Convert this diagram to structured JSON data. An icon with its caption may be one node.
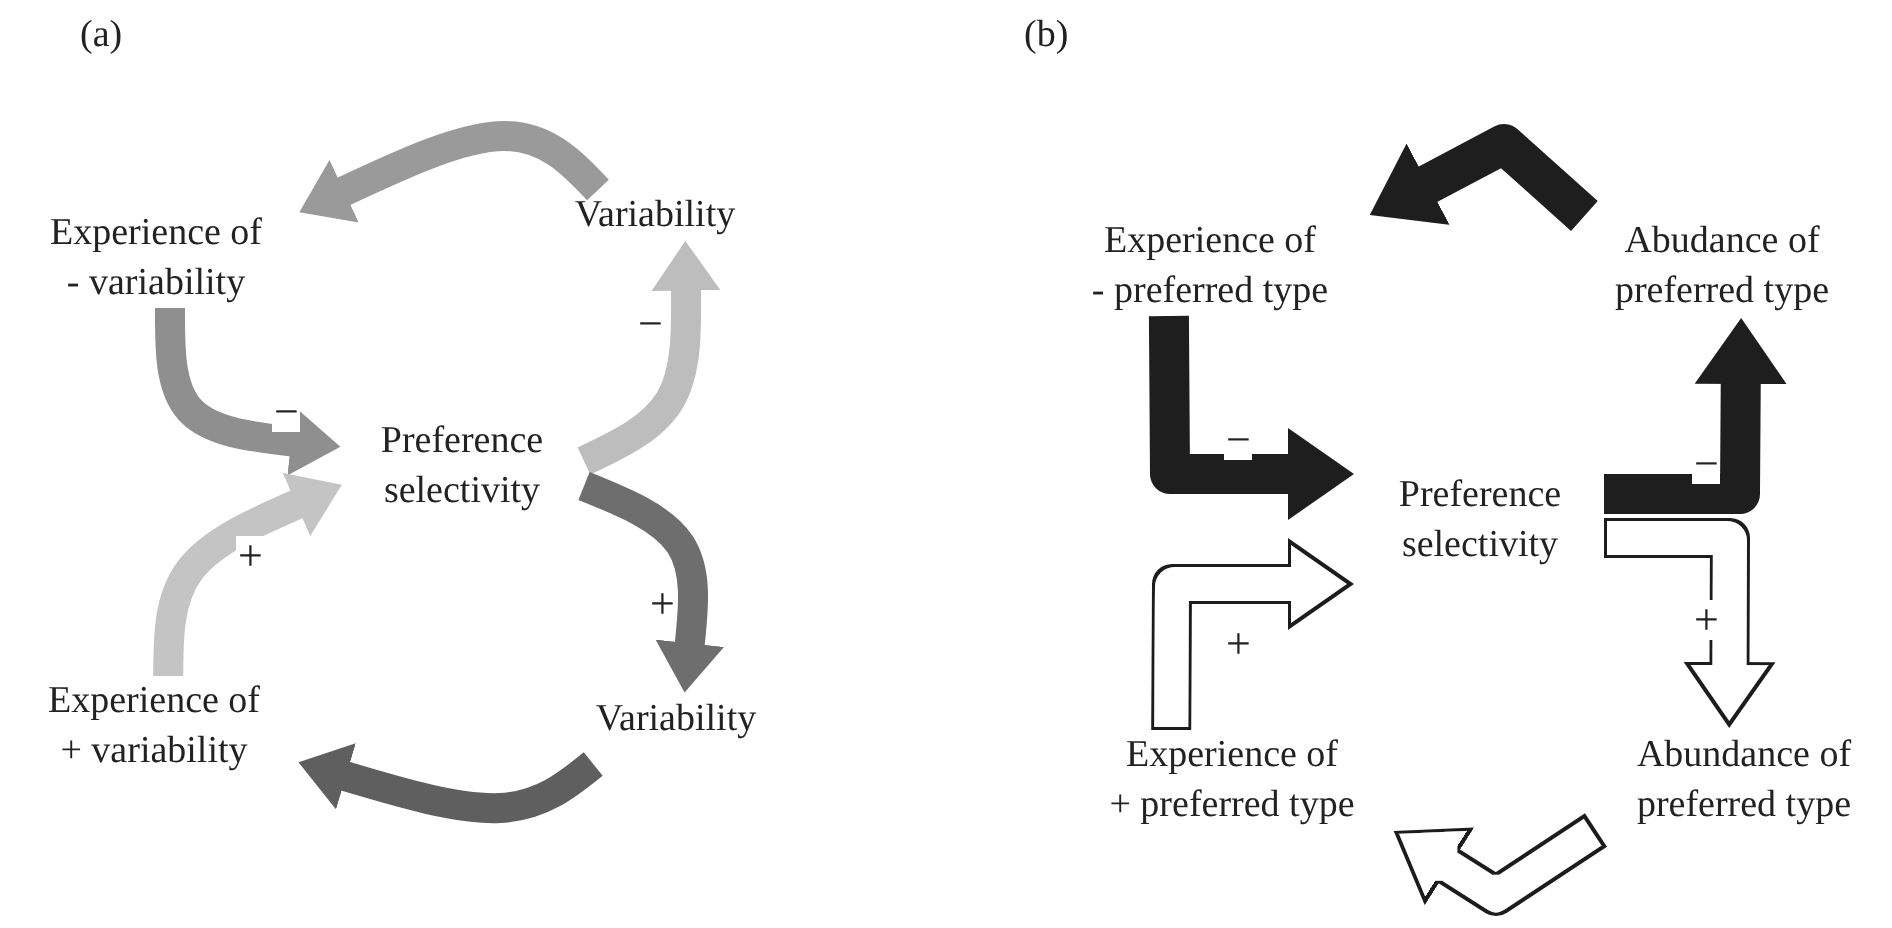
{
  "diagram": {
    "nodes": [
      {
        "text": [
          "Experience of - variability"
        ]
      },
      {
        "text": [
          "Variability"
        ]
      },
      {
        "text": [
          "Preference selectivity"
        ]
      },
      {
        "text": [
          "Variability"
        ]
      },
      {
        "text": [
          "Experience of + variability"
        ]
      },
      {
        "text": [
          "Experience of - preferred type"
        ]
      },
      {
        "text": [
          "Abudance of preferred type"
        ]
      },
      {
        "text": [
          "Preference selectivity"
        ]
      },
      {
        "text": [
          "Experience of + preferred type"
        ]
      },
      {
        "text": [
          "Abundance of preferred type"
        ]
      }
    ],
    "edges": [
      {
        "from": 1,
        "to": 0,
        "arrow": "to",
        "color": "#9a9a9a"
      },
      {
        "from": 0,
        "to": 2,
        "arrow": "to",
        "label": "−",
        "color": "#8f8f8f"
      },
      {
        "from": 2,
        "to": 1,
        "arrow": "to",
        "label": "−",
        "color": "#bdbdbd"
      },
      {
        "from": 2,
        "to": 3,
        "arrow": "to",
        "label": "+",
        "color": "#6e6e6e"
      },
      {
        "from": 3,
        "to": 4,
        "arrow": "to",
        "color": "#5f5f5f"
      },
      {
        "from": 4,
        "to": 2,
        "arrow": "to",
        "label": "+",
        "color": "#c4c4c4"
      },
      {
        "from": 6,
        "to": 5,
        "arrow": "to",
        "color": "#1e1e1e"
      },
      {
        "from": 5,
        "to": 7,
        "arrow": "to",
        "label": "−",
        "color": "#1e1e1e"
      },
      {
        "from": 7,
        "to": 6,
        "arrow": "to",
        "label": "−",
        "color": "#1e1e1e"
      },
      {
        "from": 7,
        "to": 9,
        "arrow": "to",
        "label": "+"
      },
      {
        "from": 9,
        "to": 8,
        "arrow": "to"
      },
      {
        "from": 8,
        "to": 7,
        "arrow": "to",
        "label": "+"
      }
    ],
    "labels": [
      "(a)",
      "(b)"
    ]
  }
}
